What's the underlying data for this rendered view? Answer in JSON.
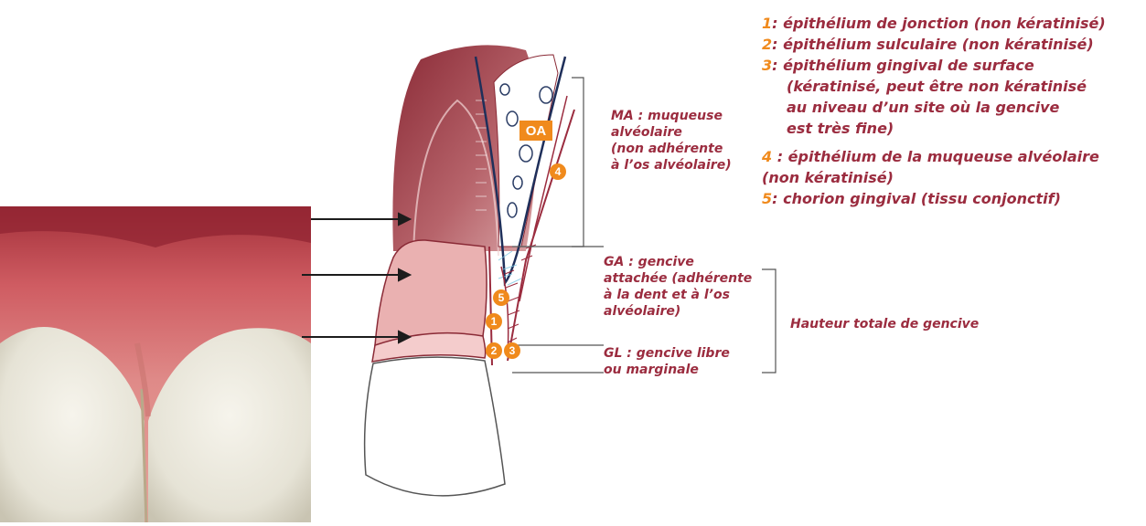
{
  "legend": [
    {
      "num": "1",
      "text": ": épithélium de jonction (non kératinisé)"
    },
    {
      "num": "2",
      "text": ": épithélium sulculaire (non kératinisé)"
    },
    {
      "num": "3",
      "text": ": épithélium gingival de surface",
      "extra": [
        "(kératinisé, peut être non kératinisé",
        "au niveau d’un site où la gencive",
        "est très fine)"
      ]
    },
    {
      "num": "4",
      "text": " : épithélium de la muqueuse alvéolaire",
      "next_line": "(non kératinisé)"
    },
    {
      "num": "5",
      "text": ": chorion gingival (tissu conjonctif)"
    }
  ],
  "labels": {
    "ma": [
      "MA : muqueuse",
      "alvéolaire",
      "(non adhérente",
      "à l’os alvéolaire)"
    ],
    "ga": [
      "GA : gencive",
      "attachée (adhérente",
      "à la dent et à l’os",
      "alvéolaire)"
    ],
    "gl": [
      "GL : gencive libre",
      "ou marginale"
    ],
    "total": "Hauteur totale de gencive",
    "oa": "OA"
  },
  "markers": [
    "1",
    "2",
    "3",
    "4",
    "5"
  ],
  "colors": {
    "text": "#9b2c3f",
    "accent": "#f08a1c"
  }
}
